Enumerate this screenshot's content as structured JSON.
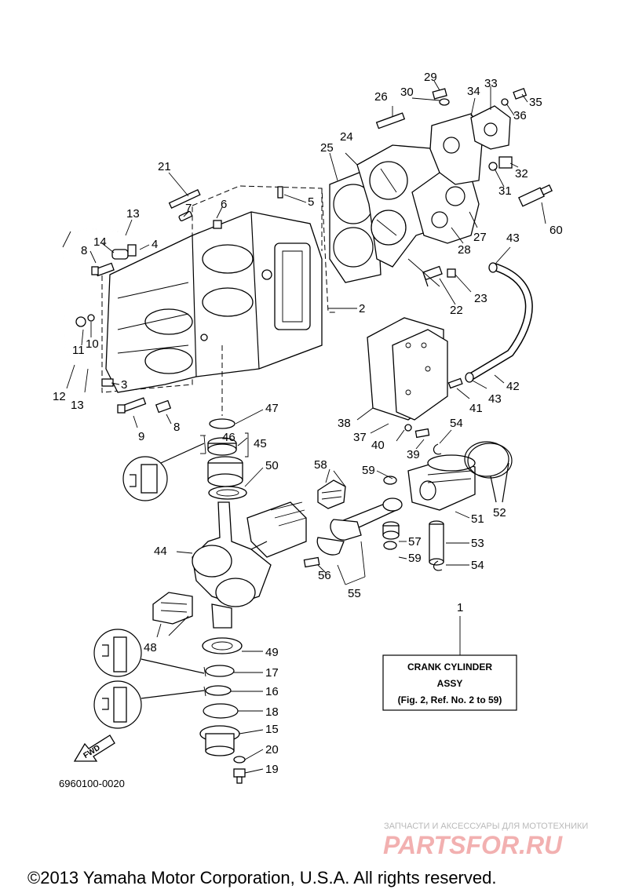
{
  "diagram_code": "6960100-0020",
  "callouts": {
    "c2": "2",
    "c3": "3",
    "c4": "4",
    "c5": "5",
    "c6": "6",
    "c7": "7",
    "c8a": "8",
    "c8b": "8",
    "c9": "9",
    "c10": "10",
    "c11": "11",
    "c12": "12",
    "c13a": "13",
    "c13b": "13",
    "c14": "14",
    "c15": "15",
    "c16": "16",
    "c17": "17",
    "c18": "18",
    "c19": "19",
    "c20": "20",
    "c21": "21",
    "c22": "22",
    "c23": "23",
    "c24": "24",
    "c25": "25",
    "c26": "26",
    "c27": "27",
    "c28": "28",
    "c29": "29",
    "c30": "30",
    "c31": "31",
    "c32": "32",
    "c33": "33",
    "c34": "34",
    "c35": "35",
    "c36": "36",
    "c37": "37",
    "c38": "38",
    "c39": "39",
    "c40": "40",
    "c41": "41",
    "c42": "42",
    "c43a": "43",
    "c43b": "43",
    "c44": "44",
    "c45": "45",
    "c46": "46",
    "c47": "47",
    "c48": "48",
    "c49": "49",
    "c50": "50",
    "c51": "51",
    "c52": "52",
    "c53": "53",
    "c54a": "54",
    "c54b": "54",
    "c55": "55",
    "c56": "56",
    "c57": "57",
    "c58": "58",
    "c59a": "59",
    "c59b": "59",
    "c60": "60",
    "c1": "1"
  },
  "info_box": {
    "line1": "CRANK CYLINDER",
    "line2": "ASSY",
    "line3": "(Fig. 2, Ref. No. 2 to 59)"
  },
  "fwd_label": "FWD",
  "watermark": {
    "subtitle": "ЗАПЧАСТИ И АКСЕССУАРЫ ДЛЯ МОТОТЕХНИКИ",
    "brand": "PARTSFOR.RU"
  },
  "copyright": "©2013 Yamaha Motor Corporation, U.S.A. All rights reserved."
}
